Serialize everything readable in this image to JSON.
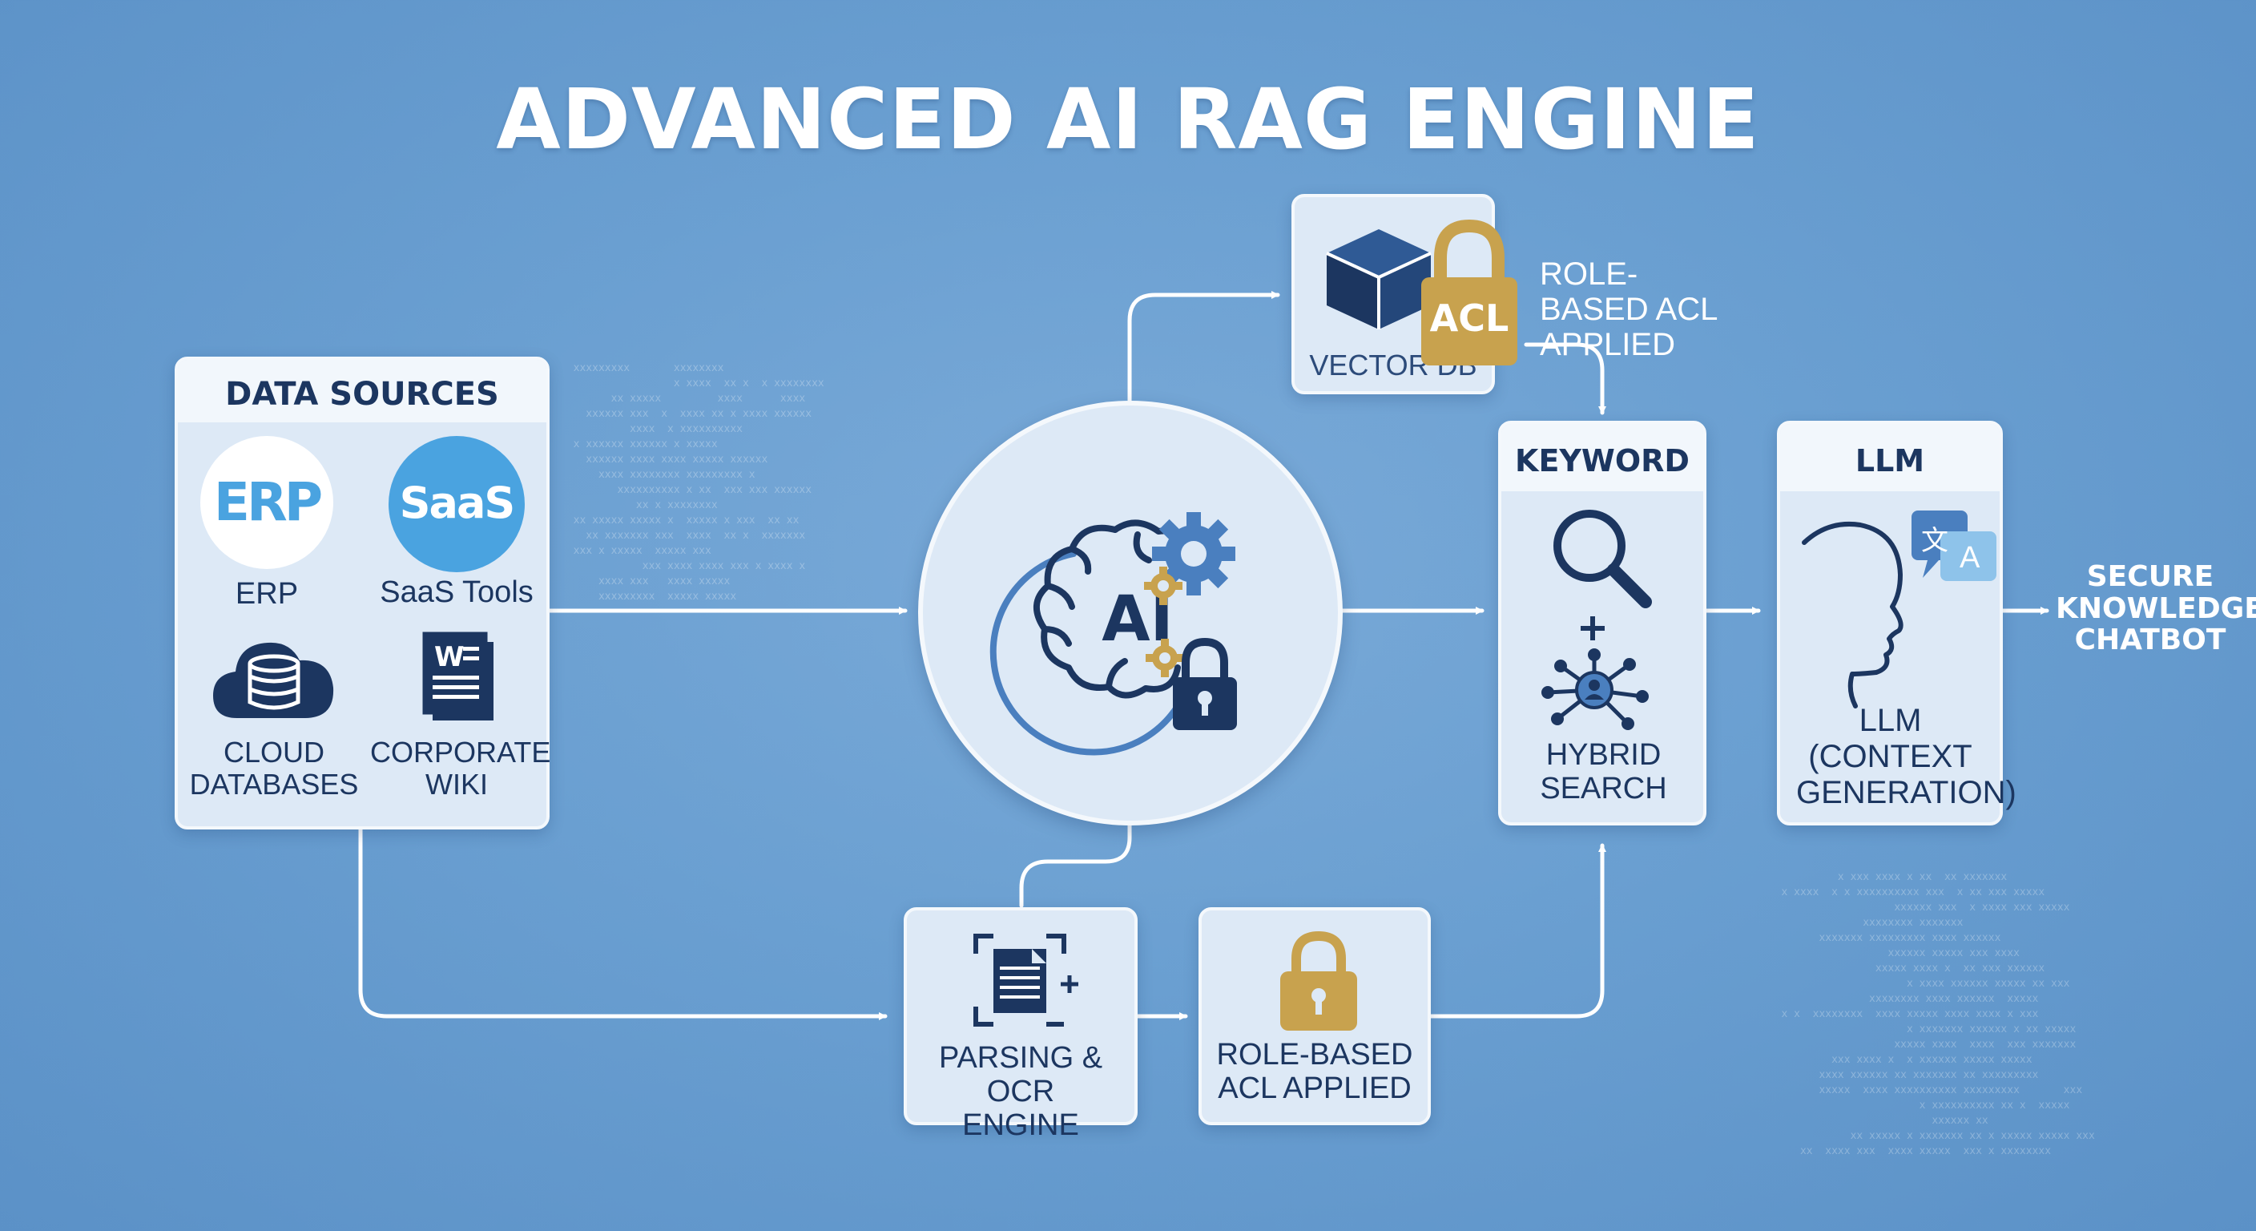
{
  "title": "ADVANCED AI RAG ENGINE",
  "data_sources": {
    "header": "DATA SOURCES",
    "items": [
      {
        "icon": "erp-badge-icon",
        "badge": "ERP",
        "label": "ERP"
      },
      {
        "icon": "saas-badge-icon",
        "badge": "SaaS",
        "label": "SaaS Tools"
      },
      {
        "icon": "cloud-database-icon",
        "label": "CLOUD DATABASES"
      },
      {
        "icon": "word-document-icon",
        "label": "CORPORATE WIKI"
      }
    ]
  },
  "ai_core": {
    "icon": "ai-brain-gears-lock-icon",
    "text": "AI"
  },
  "vector_db": {
    "label": "VECTOR DB",
    "lock_text": "ACL",
    "note": "ROLE-BASED ACL APPLIED"
  },
  "parsing": {
    "label": "PARSING & OCR ENGINE"
  },
  "acl_step": {
    "label": "ROLE-BASED ACL APPLIED"
  },
  "hybrid": {
    "header": "KEYWORD",
    "label": "HYBRID SEARCH"
  },
  "llm": {
    "header": "LLM",
    "label": "LLM (CONTEXT GENERATION)",
    "translate_a": "文",
    "translate_b": "A"
  },
  "output": {
    "label": "SECURE KNOWLEDGE CHATBOT"
  },
  "colors": {
    "background": "#6a9fd1",
    "navy": "#1c3660",
    "gold": "#c8a24e",
    "card": "#dde9f6",
    "accent_blue": "#4aa3e0"
  }
}
